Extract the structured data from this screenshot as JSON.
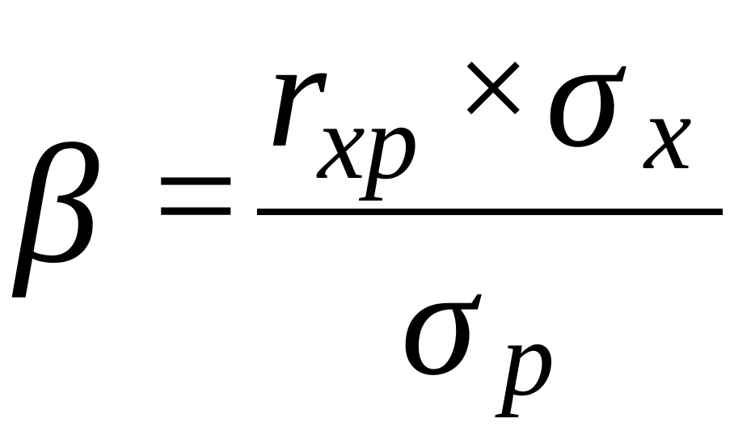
{
  "formula": {
    "lhs": "β",
    "equals": "=",
    "numerator": {
      "r": "r",
      "r_subscript": "xp",
      "operator": "×",
      "sigma": "σ",
      "sigma_subscript": "x"
    },
    "denominator": {
      "sigma": "σ",
      "sigma_subscript": "p"
    }
  }
}
